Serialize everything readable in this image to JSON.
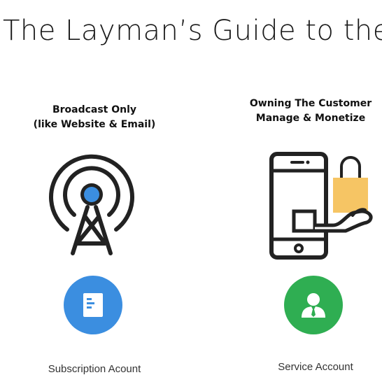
{
  "slide": {
    "title": "The Layman’s Guide to the We"
  },
  "left_column": {
    "heading_line1": "Broadcast Only",
    "heading_line2": "(like Website & Email)",
    "icon": "radio-tower-icon",
    "badge_icon": "document-icon",
    "badge_color": "#3b8ee0",
    "caption": "Subscription Acount"
  },
  "right_column": {
    "heading_line1": "Owning The Customer",
    "heading_line2": "Manage & Monetize",
    "icon": "mobile-shopping-icon",
    "badge_icon": "user-icon",
    "badge_color": "#2fae52",
    "caption": "Service Account"
  },
  "colors": {
    "tower_light": "#3b8ee0",
    "shopping_bag": "#f6c564",
    "line": "#222222"
  }
}
